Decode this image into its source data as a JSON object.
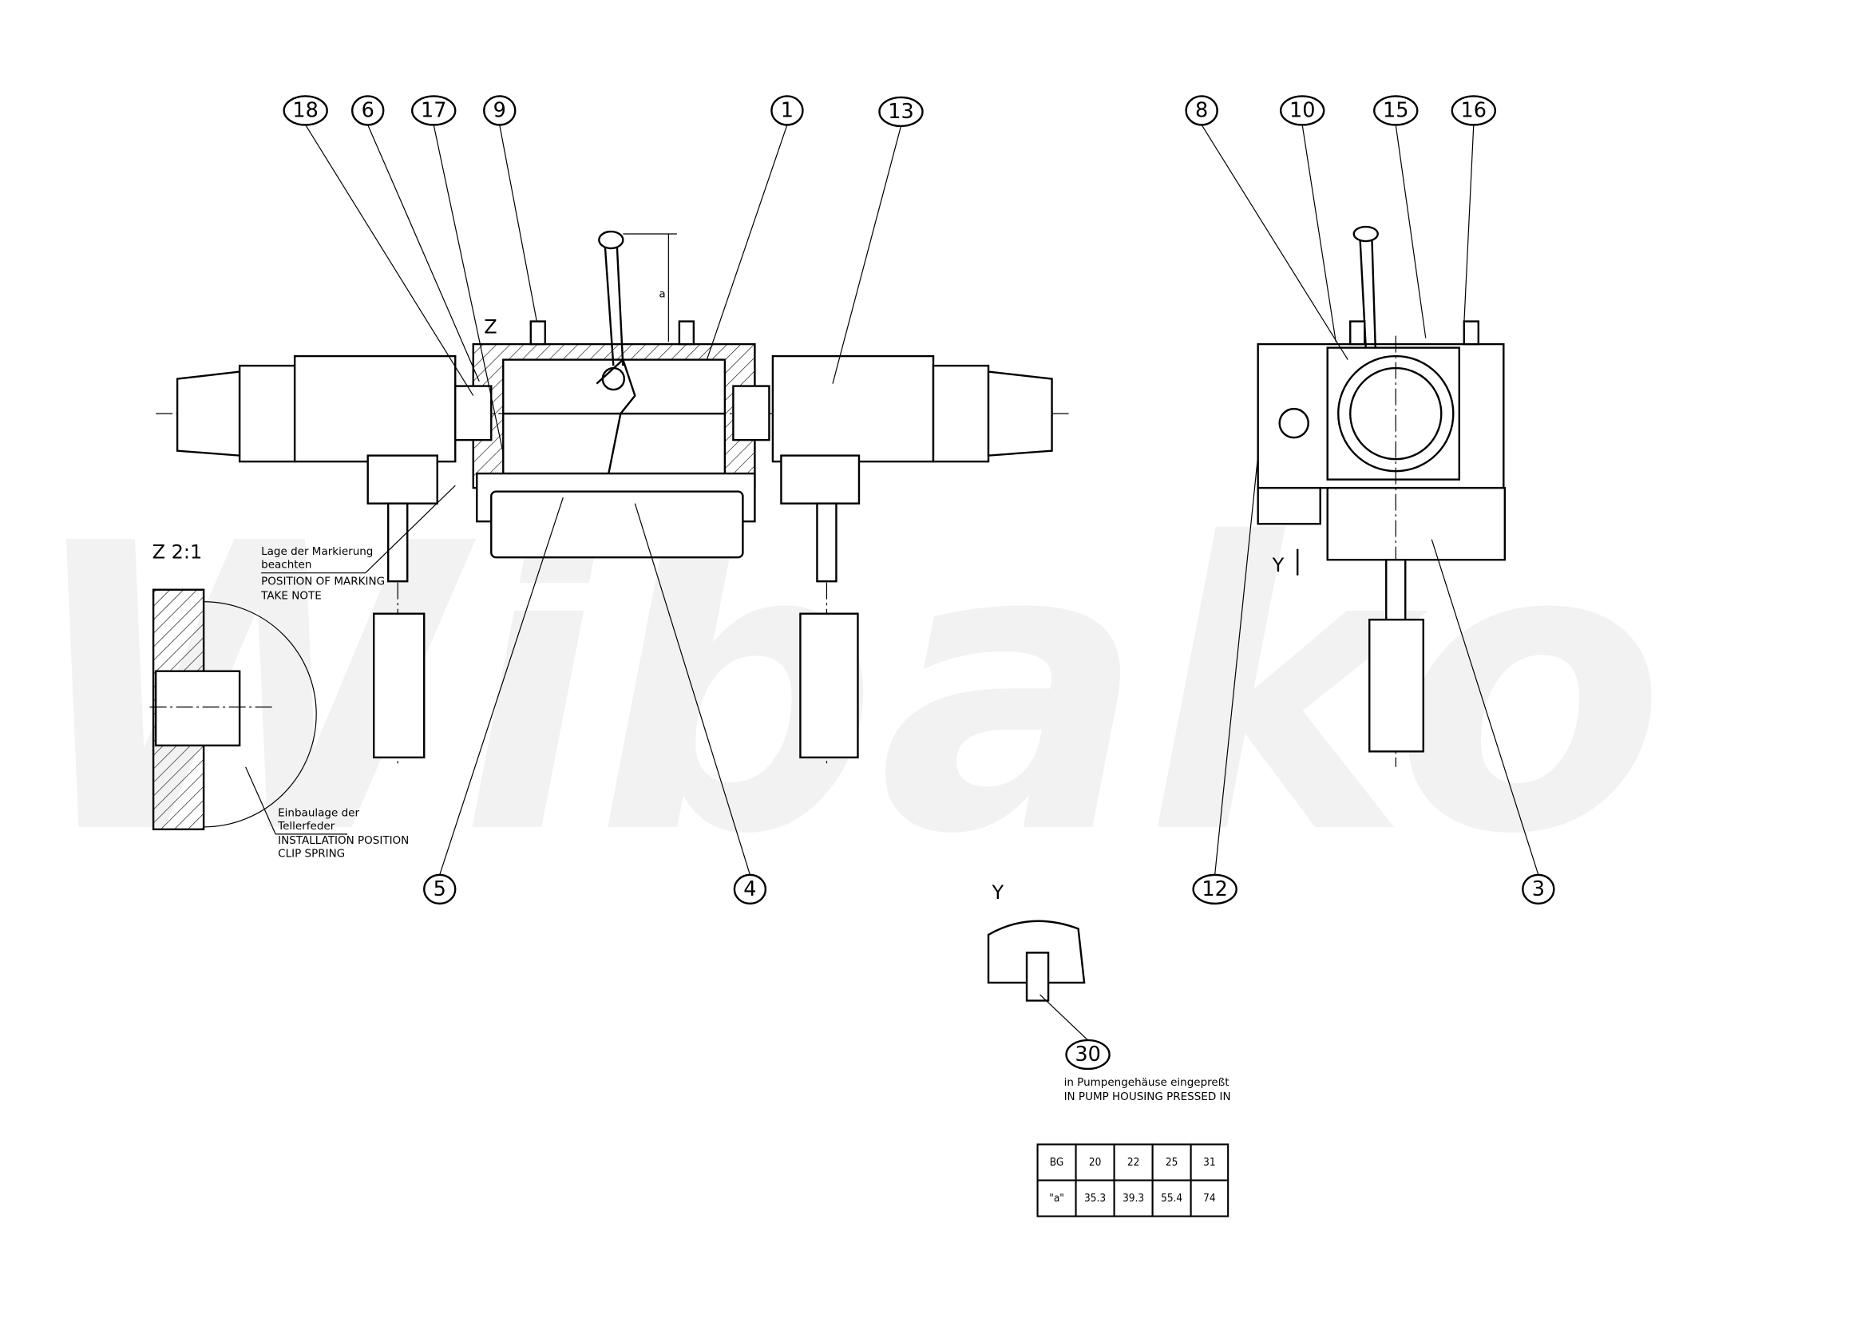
{
  "watermark": "Wibako",
  "balloons": [
    {
      "id": "18",
      "label": "18"
    },
    {
      "id": "6",
      "label": "6"
    },
    {
      "id": "17",
      "label": "17"
    },
    {
      "id": "9",
      "label": "9"
    },
    {
      "id": "1",
      "label": "1"
    },
    {
      "id": "13",
      "label": "13"
    },
    {
      "id": "8",
      "label": "8"
    },
    {
      "id": "10",
      "label": "10"
    },
    {
      "id": "15",
      "label": "15"
    },
    {
      "id": "16",
      "label": "16"
    },
    {
      "id": "5",
      "label": "5"
    },
    {
      "id": "4",
      "label": "4"
    },
    {
      "id": "12",
      "label": "12"
    },
    {
      "id": "3",
      "label": "3"
    },
    {
      "id": "30",
      "label": "30"
    }
  ],
  "views": {
    "detail_z": "Z",
    "detail_z_title": "Z 2:1",
    "view_y_arrow": "Y",
    "view_y_title": "Y",
    "dim_a": "a"
  },
  "notes": {
    "marking_de_1": "Lage der Markierung",
    "marking_de_2": "beachten",
    "marking_en_1": "POSITION OF MARKING",
    "marking_en_2": "TAKE NOTE",
    "spring_de_1": "Einbaulage der",
    "spring_de_2": "Tellerfeder",
    "spring_en_1": "INSTALLATION POSITION",
    "spring_en_2": "CLIP SPRING",
    "pressed_de": "in Pumpengehäuse eingepreßt",
    "pressed_en": "IN PUMP HOUSING PRESSED IN"
  },
  "table": {
    "rows": [
      [
        "BG",
        "20",
        "22",
        "25",
        "31"
      ],
      [
        "\"a\"",
        "35.3",
        "39.3",
        "55.4",
        "74"
      ]
    ]
  }
}
